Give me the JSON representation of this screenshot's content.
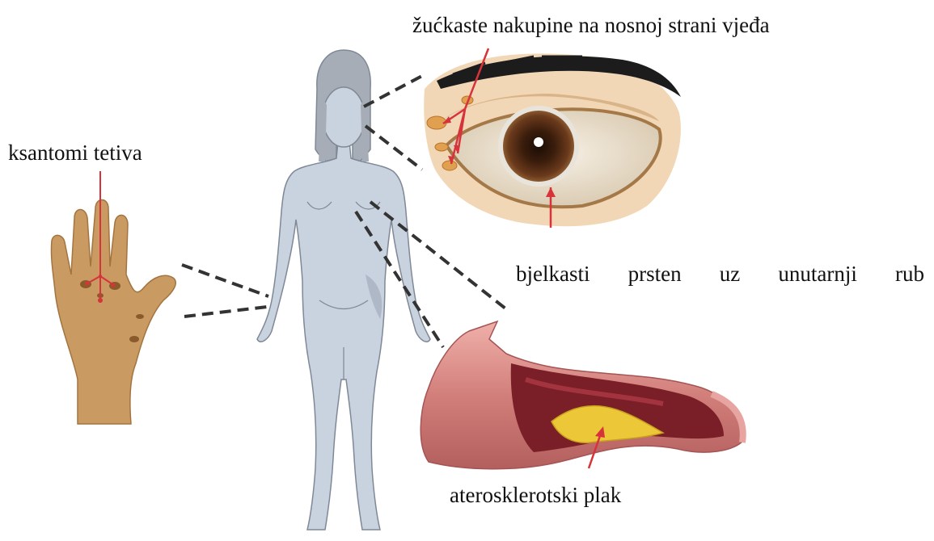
{
  "labels": {
    "eyelid_deposits": "žućkaste nakupine na nosnoj strani vjeđa",
    "tendon_xanthomas": "ksantomi tetiva",
    "arcus_ring_words": [
      "bjelkasti",
      "prsten",
      "uz",
      "unutarnji",
      "rub"
    ],
    "plaque": "aterosklerotski plak"
  },
  "colors": {
    "body": "#c9d2df",
    "body_outline": "#7f8896",
    "hair": "#a3a9b2",
    "skin_hand": "#c99a62",
    "xanthoma": "#8b5a2b",
    "arrow": "#d6333b",
    "iris": "#5a3018",
    "sclera": "#eee5d6",
    "artery_outer": "#d88b8b",
    "artery_inner": "#7a1e27",
    "plaque": "#ecc838",
    "dashed_line": "#333333"
  },
  "icons": [
    "human-figure-icon",
    "eye-illustration",
    "hand-illustration",
    "artery-illustration"
  ]
}
